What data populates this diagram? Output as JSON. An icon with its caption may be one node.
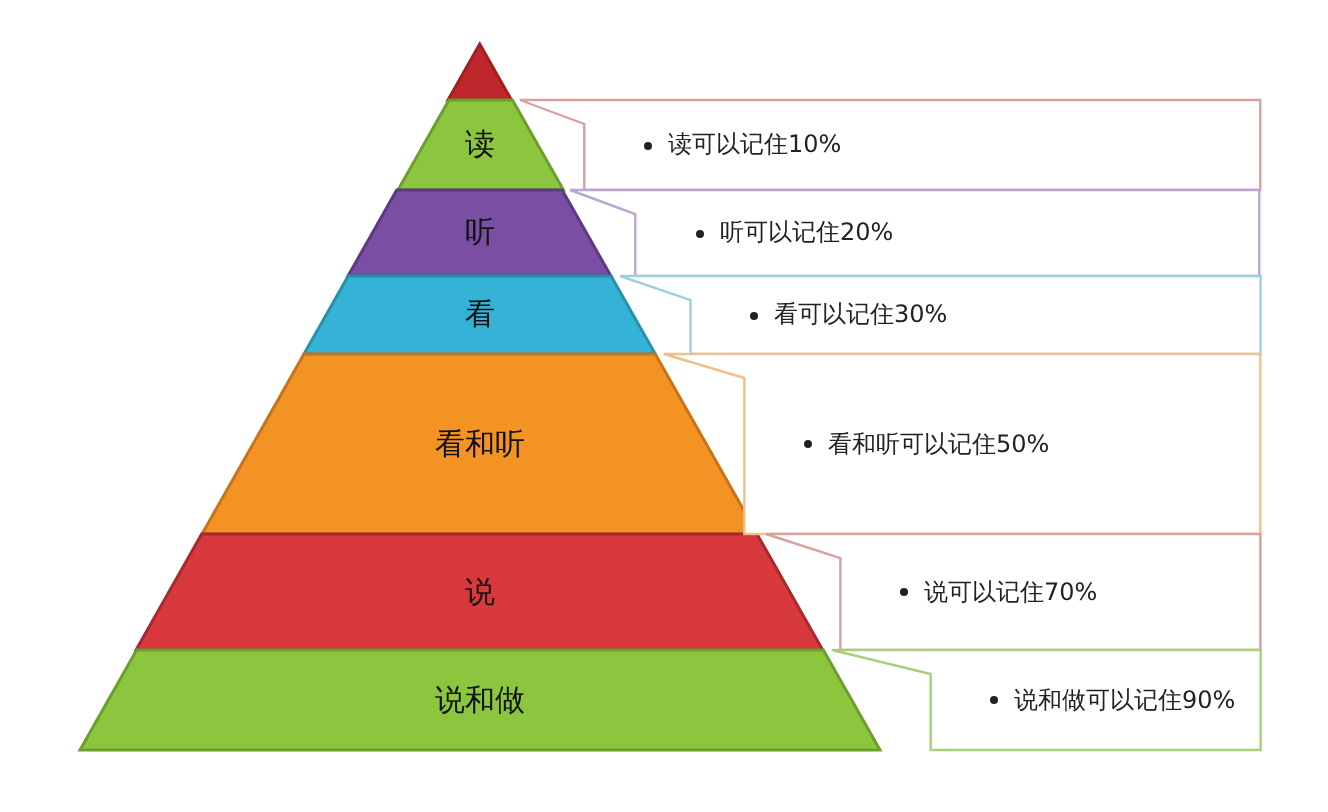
{
  "diagram": {
    "nodes": [
      {
        "text": [],
        "shape": "triangle"
      },
      {
        "text": [
          "读"
        ]
      },
      {
        "text": [
          "听"
        ]
      },
      {
        "text": [
          "看"
        ]
      },
      {
        "text": [
          "看和听"
        ]
      },
      {
        "text": [
          "说"
        ]
      },
      {
        "text": [
          "说和做"
        ]
      },
      {
        "text": [
          "读可以记住10%"
        ]
      },
      {
        "text": [
          "听可以记住20%"
        ]
      },
      {
        "text": [
          "看可以记住30%"
        ]
      },
      {
        "text": [
          "看和听可以记住50%"
        ]
      },
      {
        "text": [
          "说可以记住70%"
        ]
      },
      {
        "text": [
          "说和做可以记住90%"
        ]
      }
    ]
  }
}
